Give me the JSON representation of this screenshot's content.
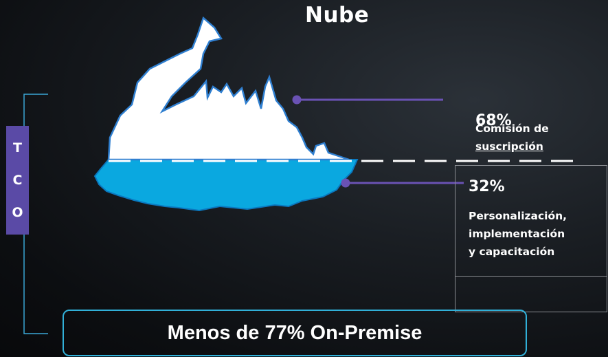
{
  "title": "Nube",
  "tco_letters": [
    "T",
    "C",
    "O"
  ],
  "above": {
    "percent": "68%",
    "line1": "Comisión de",
    "line2": "suscripción"
  },
  "below": {
    "percent": "32%",
    "line1": "Personalización,",
    "line2": "implementación",
    "line3": "y capacitación"
  },
  "footer": "Menos de 77% On-Premise",
  "colors": {
    "accent": "#5a4aa6",
    "water": "#0aa8e0",
    "border": "#31b0d8",
    "ice": "#ffffff"
  }
}
